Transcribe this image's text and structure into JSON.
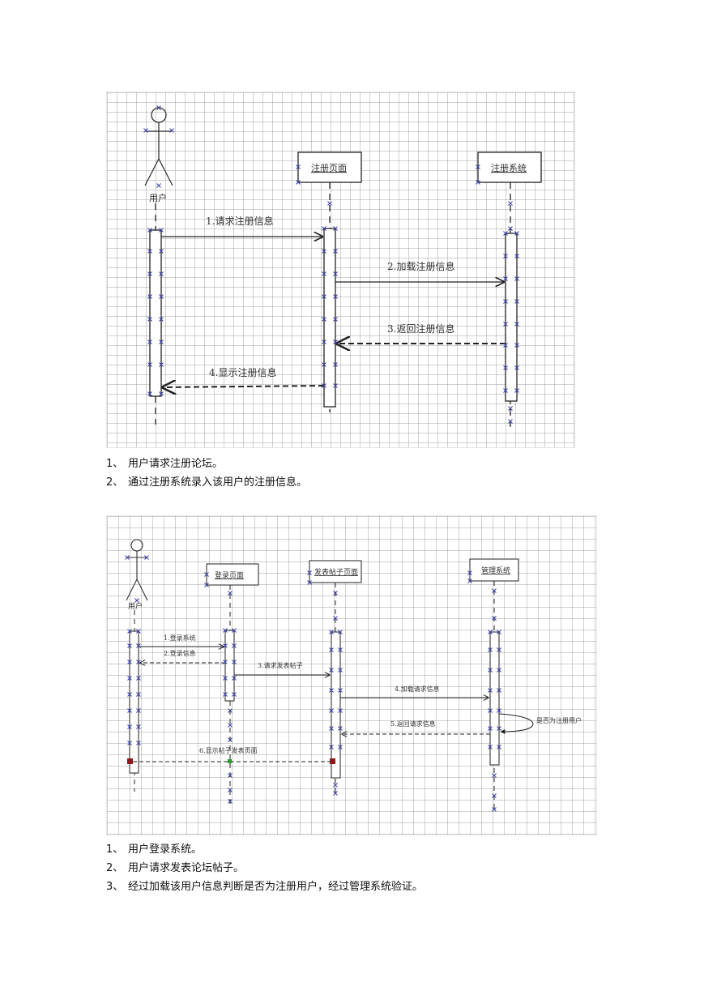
{
  "diagram1": {
    "actor": "用户",
    "objects": [
      "注册页面",
      "注册系统"
    ],
    "messages": [
      "1.请求注册信息",
      "2.加载注册信息",
      "3.返回注册信息",
      "4.显示注册信息"
    ]
  },
  "notes1": [
    {
      "num": "1、",
      "text": "用户请求注册论坛。"
    },
    {
      "num": "2、",
      "text": "通过注册系统录入该用户的注册信息。"
    }
  ],
  "diagram2": {
    "actor": "用户",
    "objects": [
      "登录页面",
      "发表帖子页面",
      "管理系统"
    ],
    "messages": [
      "1.登录系统",
      "2.登录信息",
      "3.请求发表帖子",
      "4.加载请求信息",
      "5.返回请求信息",
      "6.显示帖子发表页面"
    ],
    "self_message": "是否为注册用户"
  },
  "notes2": [
    {
      "num": "1、",
      "text": "用户登录系统。"
    },
    {
      "num": "2、",
      "text": "用户请求发表论坛帖子。"
    },
    {
      "num": "3、",
      "text": "经过加载该用户信息判断是否为注册用户，经过管理系统验证。"
    }
  ],
  "colors": {
    "line": "#222222",
    "handle": "#3a3aa8",
    "marker_red": "#8b1a1a",
    "marker_green": "#2aa02a"
  }
}
